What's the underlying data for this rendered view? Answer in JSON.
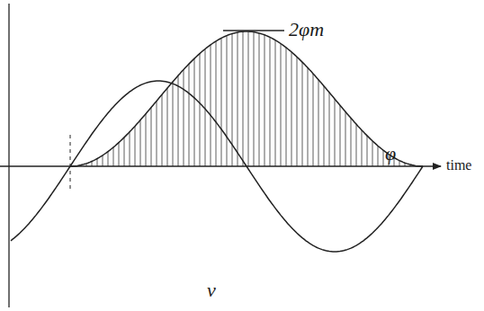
{
  "diagram": {
    "labels": [
      "2φm",
      "φ",
      "v",
      "time"
    ]
  }
}
